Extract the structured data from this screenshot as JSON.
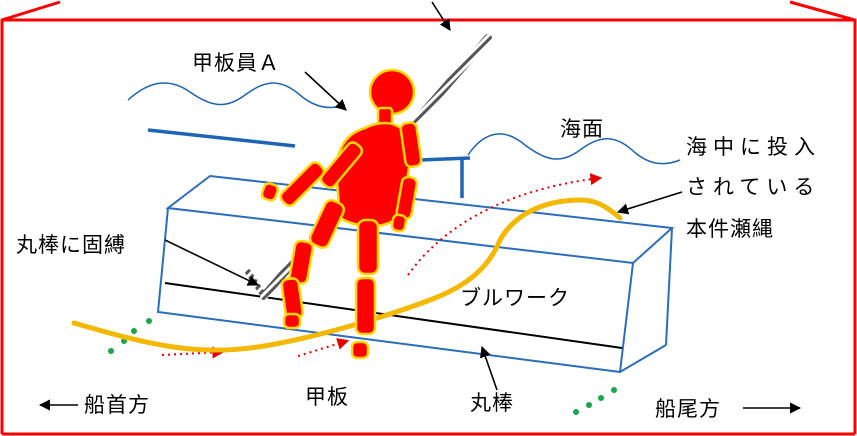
{
  "labels": {
    "crew_member": "甲板員Ａ",
    "sea_surface": "海面",
    "rope_in_sea_line1": "海中に投入",
    "rope_in_sea_line2": "されている",
    "rope_in_sea_line3": "本件瀬縄",
    "tied_to_bar": "丸棒に固縛",
    "bulwark": "ブルワーク",
    "deck": "甲板",
    "round_bar": "丸棒",
    "bow_direction": "船首方",
    "stern_direction": "船尾方"
  },
  "colors": {
    "frame": "#ff0000",
    "figure_fill": "#ff0000",
    "figure_outline": "#ffd700",
    "rope": "#f5b800",
    "bulwark_edge": "#2a6ebb",
    "wave": "#1e64b4",
    "red_arrow": "#e60000",
    "green_dots": "#1aa64a"
  }
}
